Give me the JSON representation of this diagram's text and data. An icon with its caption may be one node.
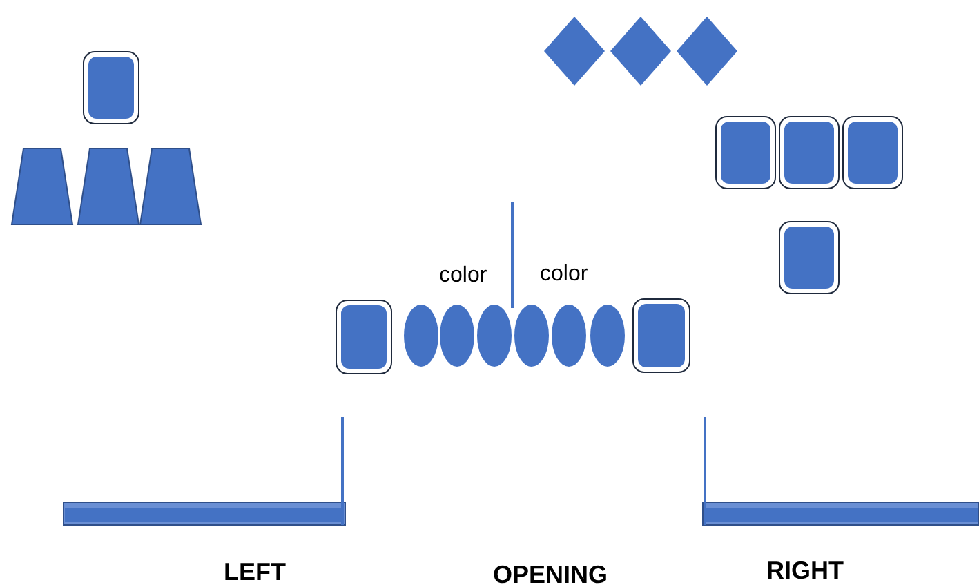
{
  "diagram": {
    "nodes": [
      {
        "text": [],
        "shape": "box"
      },
      {
        "text": [],
        "shape": "diamond"
      },
      {
        "text": [],
        "shape": "diamond"
      },
      {
        "text": [],
        "shape": "diamond"
      },
      {
        "text": [],
        "shape": "box"
      },
      {
        "text": [],
        "shape": "box"
      },
      {
        "text": [],
        "shape": "box"
      },
      {
        "text": [],
        "shape": "trapezoid"
      },
      {
        "text": [],
        "shape": "trapezoid"
      },
      {
        "text": [],
        "shape": "trapezoid"
      },
      {
        "text": [],
        "shape": "box"
      },
      {
        "text": [],
        "shape": "box"
      },
      {
        "text": [],
        "shape": "ellipse"
      },
      {
        "text": [],
        "shape": "ellipse"
      },
      {
        "text": [],
        "shape": "ellipse"
      },
      {
        "text": [],
        "shape": "ellipse"
      },
      {
        "text": [],
        "shape": "ellipse"
      },
      {
        "text": [],
        "shape": "ellipse"
      },
      {
        "text": [],
        "shape": "box"
      },
      {
        "text": [],
        "shape": "bar"
      },
      {
        "text": [],
        "shape": "bar"
      }
    ],
    "labels": [
      "color",
      "color",
      "LEFT",
      "OPENING",
      "RIGHT"
    ]
  }
}
